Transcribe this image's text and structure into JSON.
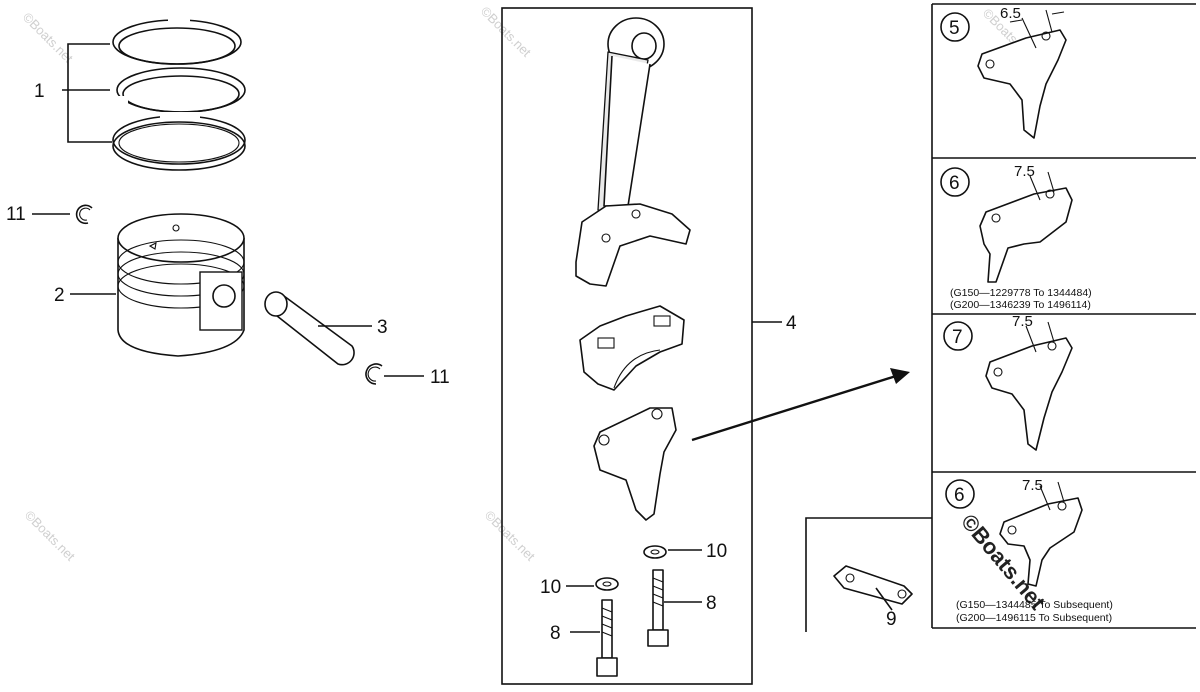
{
  "callouts": {
    "rings": "1",
    "piston": "2",
    "pin": "3",
    "rod_assembly": "4",
    "variant_5": "5",
    "variant_6": "6",
    "variant_7": "7",
    "variant_6b": "6",
    "lock_plate": "9",
    "washer_a": "10",
    "washer_b": "10",
    "bolt_a": "8",
    "bolt_b": "8",
    "circlip_a": "11",
    "circlip_b": "11"
  },
  "dimensions": {
    "variant_5": "6.5",
    "variant_6": "7.5",
    "variant_7": "7.5",
    "variant_6b": "7.5"
  },
  "notes": {
    "variant_6_line1": "(G150—1229778 To 1344484)",
    "variant_6_line2": "(G200—1346239 To 1496114)",
    "variant_6b_line1": "(G150—1344485 To Subsequent)",
    "variant_6b_line2": "(G200—1496115 To Subsequent)"
  },
  "watermark": {
    "text": "©Boats.net",
    "stamp": "©Boats.net"
  }
}
